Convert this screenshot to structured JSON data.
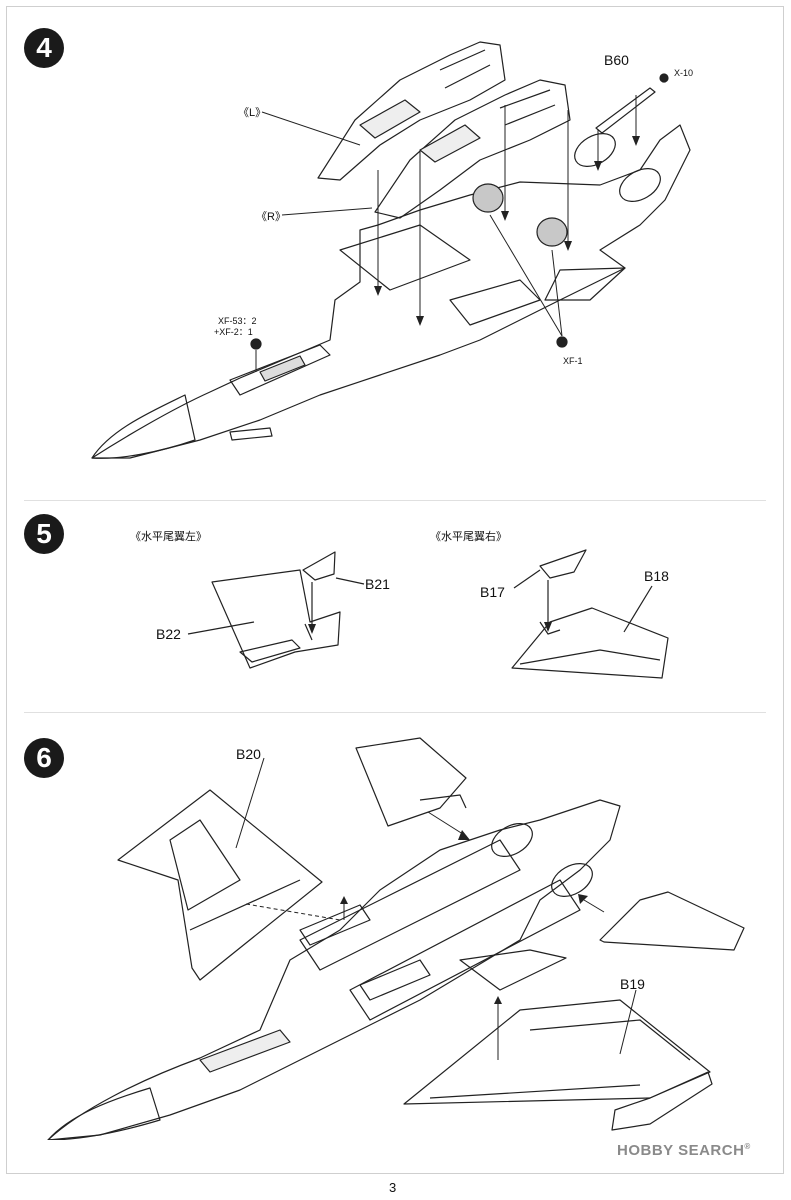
{
  "steps": [
    {
      "number": "4",
      "labels": {
        "left_intake": "《L》",
        "right_intake": "《R》",
        "part_b60": "B60",
        "screw_x10": "X-10",
        "screw_xf53": "XF-53：2",
        "screw_xf2": "+XF-2：1",
        "screw_xf1": "XF-1"
      }
    },
    {
      "number": "5",
      "labels": {
        "left_stabilizer_title": "《水平尾翼左》",
        "right_stabilizer_title": "《水平尾翼右》",
        "part_b21": "B21",
        "part_b22": "B22",
        "part_b17": "B17",
        "part_b18": "B18"
      }
    },
    {
      "number": "6",
      "labels": {
        "part_b20": "B20",
        "part_b19": "B19"
      }
    }
  ],
  "watermark": {
    "brand": "HOBBY SEARCH",
    "reg": "®"
  },
  "page_number": "3"
}
